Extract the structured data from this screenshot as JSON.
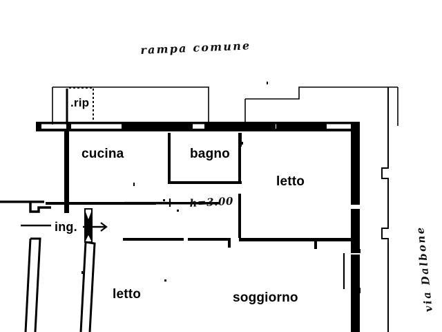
{
  "document": {
    "kind": "floor-plan-scan",
    "language": "it",
    "background_color": "#ffffff",
    "ink_color": "#000000"
  },
  "rooms": [
    {
      "id": "cucina",
      "label": "cucina"
    },
    {
      "id": "bagno",
      "label": "bagno"
    },
    {
      "id": "letto_1",
      "label": "letto"
    },
    {
      "id": "letto_2",
      "label": "letto"
    },
    {
      "id": "soggiorno",
      "label": "soggiorno"
    },
    {
      "id": "rip",
      "label": ".rip"
    },
    {
      "id": "ingresso",
      "label": "ing."
    }
  ],
  "annotations": {
    "top_handwritten": "rampa comune",
    "height_note": "h=3.00",
    "street_name": "via Dalbone"
  }
}
